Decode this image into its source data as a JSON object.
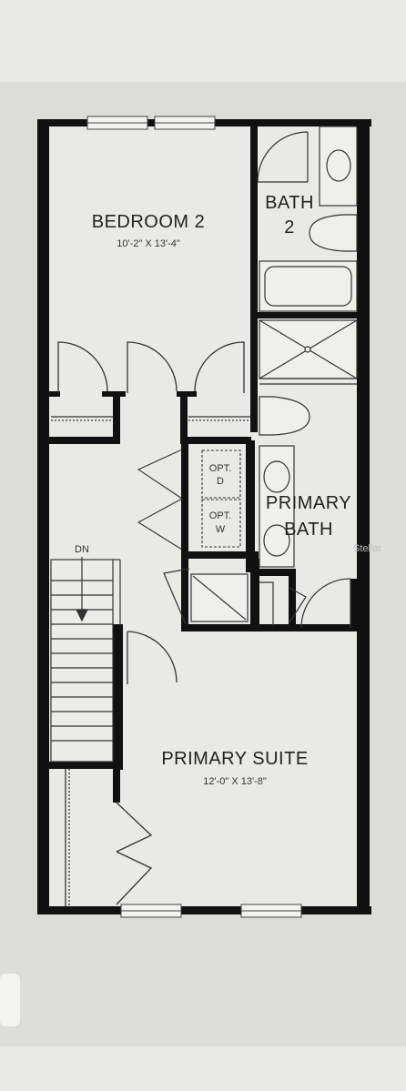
{
  "rooms": {
    "bedroom2": {
      "title": "BEDROOM 2",
      "dims": "10'-2\" X 13'-4\""
    },
    "bath2": {
      "title_line1": "BATH",
      "title_line2": "2"
    },
    "primary_bath": {
      "title_line1": "PRIMARY",
      "title_line2": "BATH"
    },
    "primary_suite": {
      "title": "PRIMARY SUITE",
      "dims": "12'-0\" X 13'-8\""
    }
  },
  "laundry": {
    "dryer_line1": "OPT.",
    "dryer_line2": "D",
    "washer_line1": "OPT.",
    "washer_line2": "W"
  },
  "stairs": {
    "label": "DN"
  },
  "watermark": "Stellar",
  "colors": {
    "wall": "#111111",
    "floor": "#e9e9e6",
    "background_light": "#e6e6e3",
    "background_dark": "#d8d8d4",
    "fixture_line": "#333333"
  }
}
